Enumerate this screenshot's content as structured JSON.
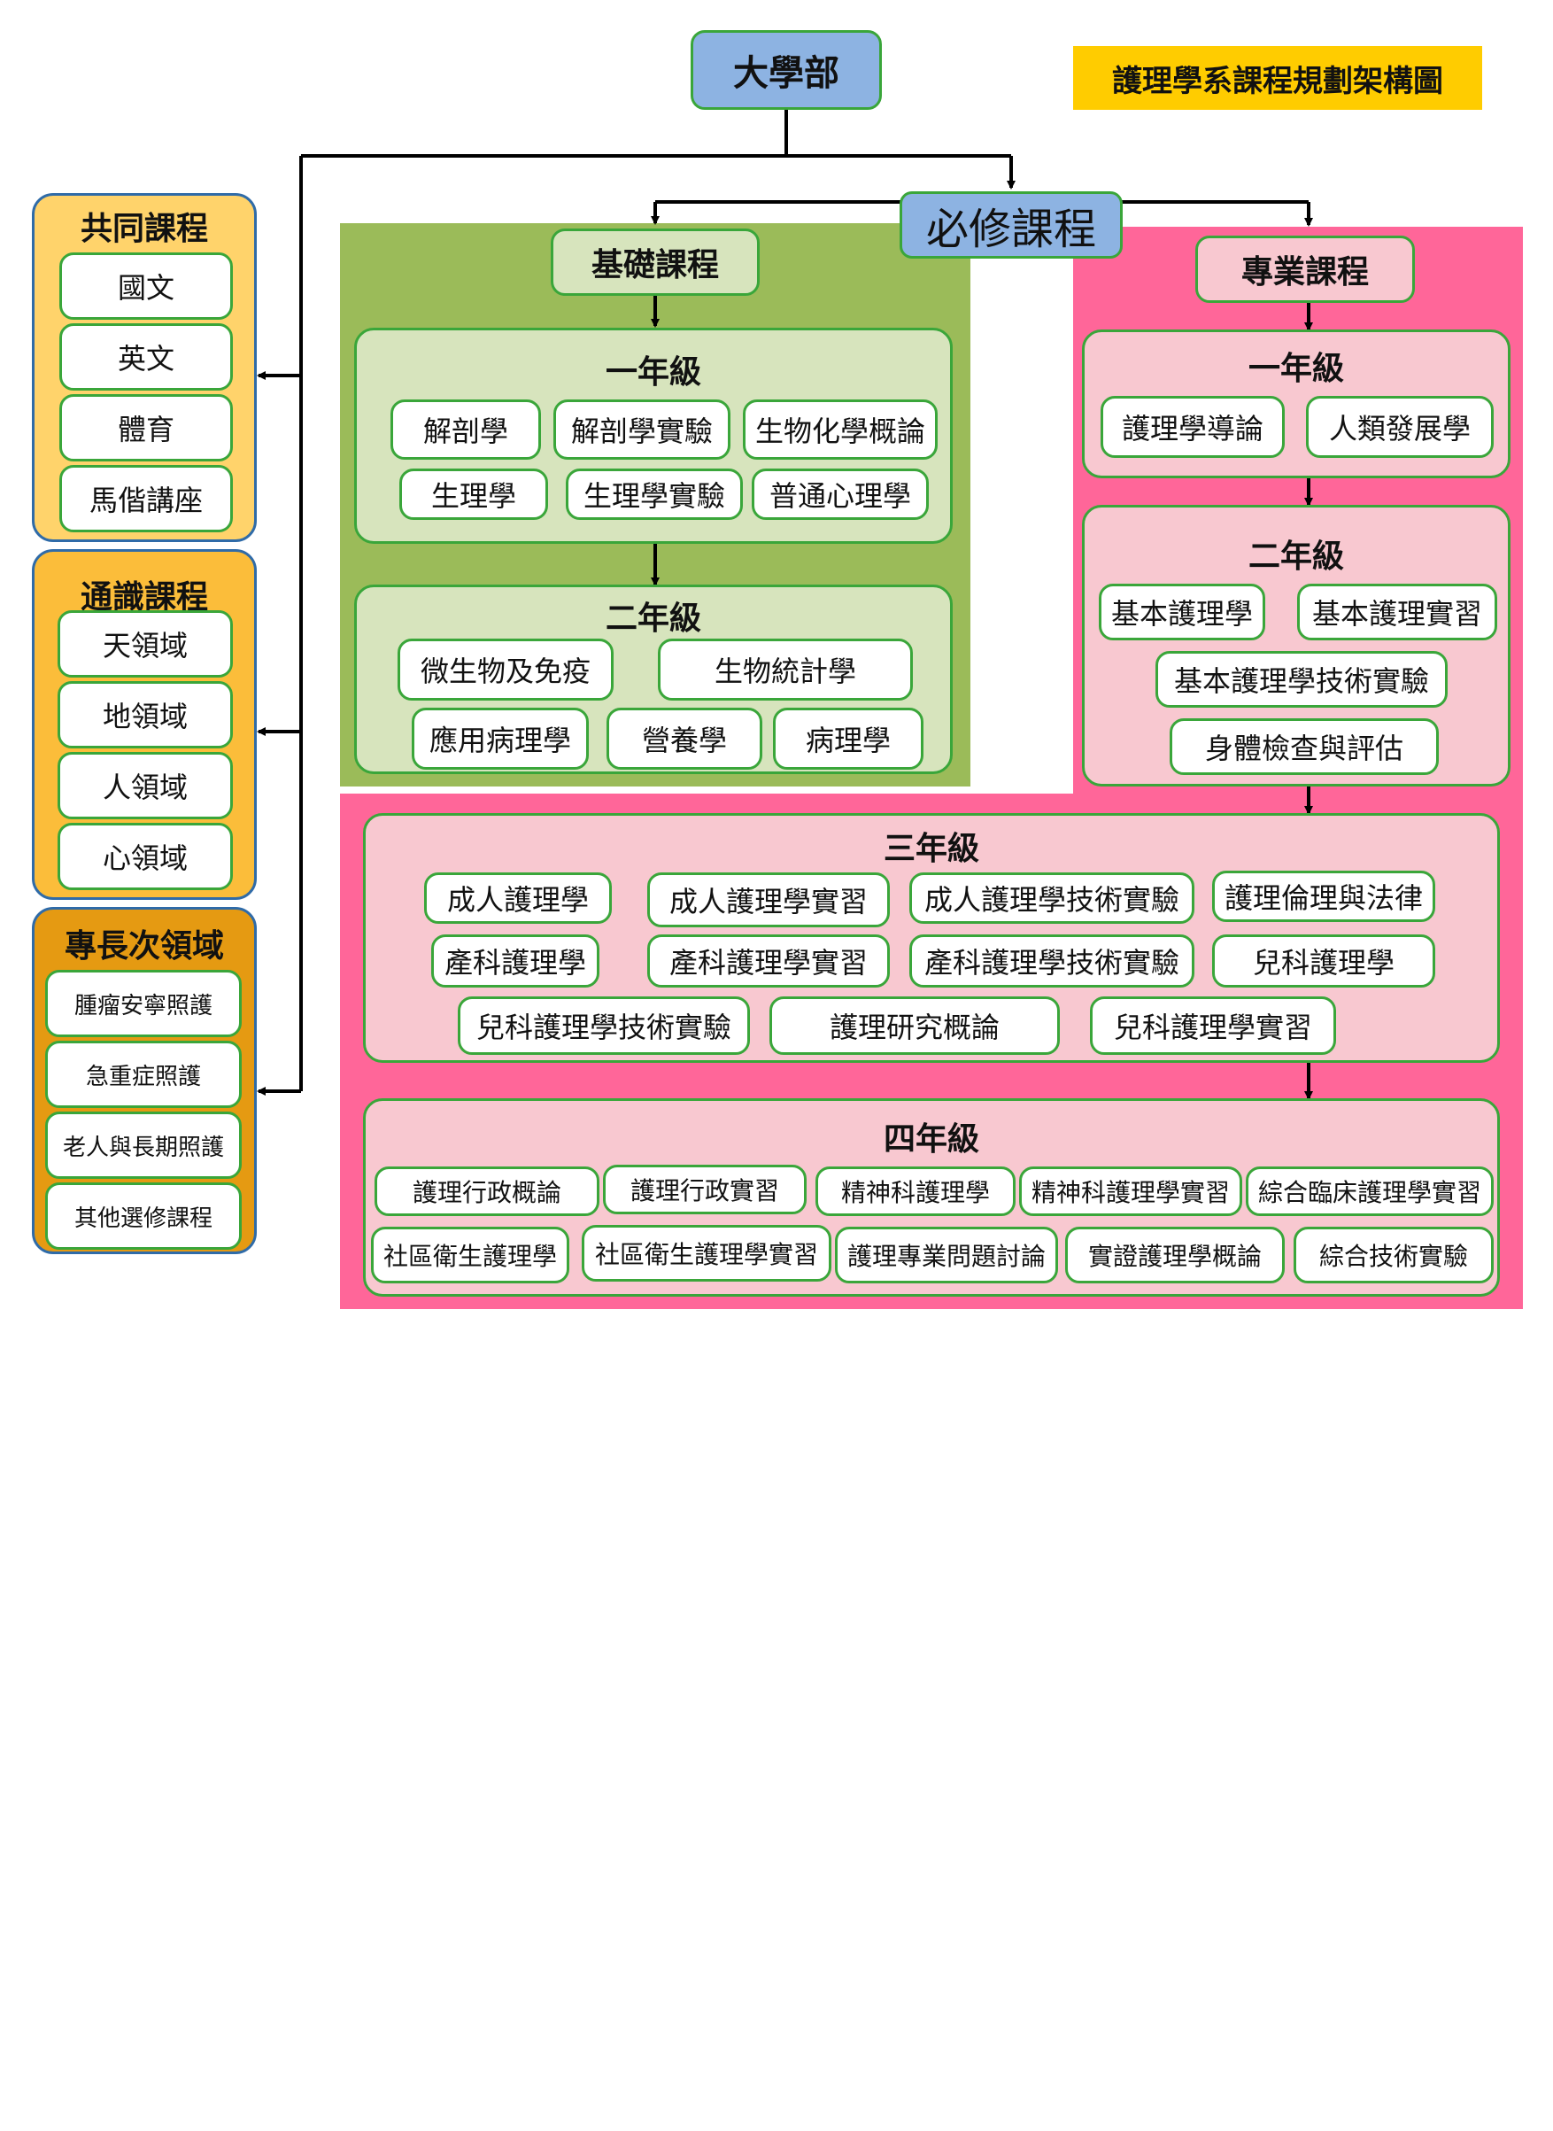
{
  "root": "大學部",
  "legend": "護理學系課程規劃架構圖",
  "required": "必修課程",
  "left_groups": [
    {
      "title": "共同課程",
      "items": [
        "國文",
        "英文",
        "體育",
        "馬偕講座"
      ]
    },
    {
      "title": "通識課程",
      "items": [
        "天領域",
        "地領域",
        "人領域",
        "心領域"
      ]
    },
    {
      "title": "專長次領域",
      "items": [
        "腫瘤安寧照護",
        "急重症照護",
        "老人與長期照護",
        "其他選修課程"
      ]
    }
  ],
  "basic": {
    "title": "基礎課程",
    "year1": {
      "title": "一年級",
      "courses": [
        "解剖學",
        "解剖學實驗",
        "生物化學概論",
        "生理學",
        "生理學實驗",
        "普通心理學"
      ]
    },
    "year2": {
      "title": "二年級",
      "courses": [
        "微生物及免疫",
        "生物統計學",
        "應用病理學",
        "營養學",
        "病理學"
      ]
    }
  },
  "professional": {
    "title": "專業課程",
    "year1": {
      "title": "一年級",
      "courses": [
        "護理學導論",
        "人類發展學"
      ]
    },
    "year2": {
      "title": "二年級",
      "courses": [
        "基本護理學",
        "基本護理實習",
        "基本護理學技術實驗",
        "身體檢查與評估"
      ]
    },
    "year3": {
      "title": "三年級",
      "courses": [
        "成人護理學",
        "成人護理學實習",
        "成人護理學技術實驗",
        "護理倫理與法律",
        "產科護理學",
        "產科護理學實習",
        "產科護理學技術實驗",
        "兒科護理學",
        "兒科護理學技術實驗",
        "護理研究概論",
        "兒科護理學實習"
      ]
    },
    "year4": {
      "title": "四年級",
      "courses": [
        "護理行政概論",
        "護理行政實習",
        "精神科護理學",
        "精神科護理學實習",
        "綜合臨床護理學實習",
        "社區衛生護理學",
        "社區衛生護理學實習",
        "護理專業問題討論",
        "實證護理學概論",
        "綜合技術實驗"
      ]
    }
  },
  "colors": {
    "basic_bg": "#9bbb59",
    "light_green": "#d7e4bd",
    "pink_bg": "#ff6699",
    "light_pink": "#f8c8d0",
    "blue": "#8db3e2",
    "yellow": "#ffcc00",
    "side1": "#ffd36b",
    "side2": "#fbbd3a",
    "side3": "#e59a12",
    "green_border": "#3aa63a"
  }
}
